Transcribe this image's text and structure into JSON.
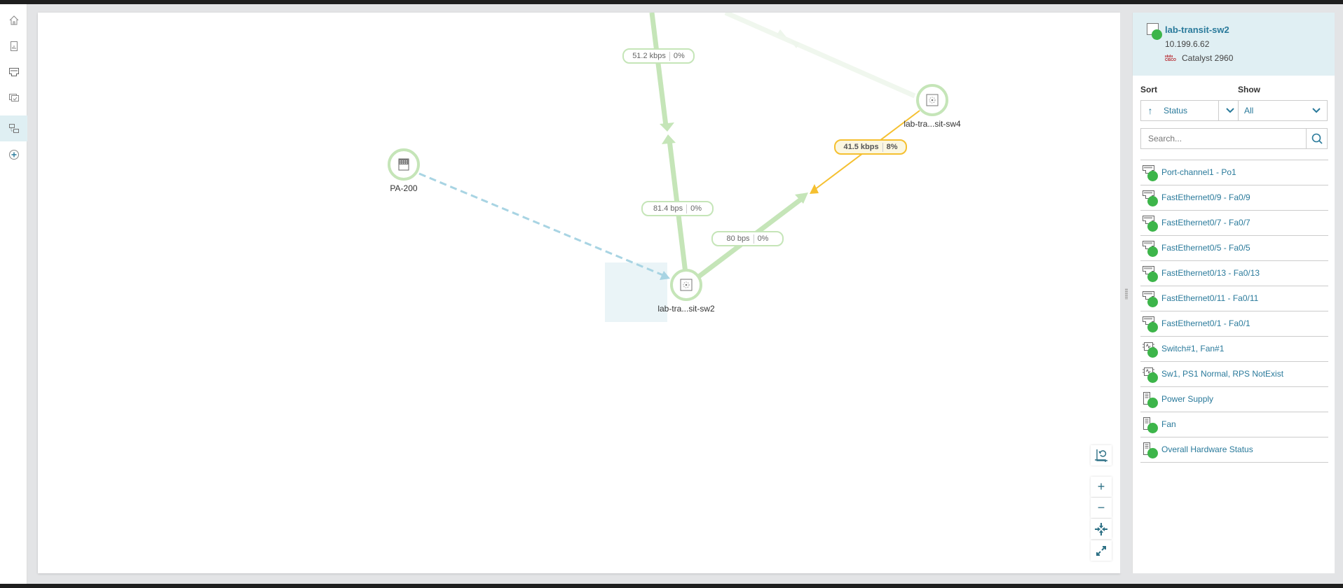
{
  "nav": [
    {
      "id": "home",
      "icon": "home-icon"
    },
    {
      "id": "reports",
      "icon": "chart-icon"
    },
    {
      "id": "interfaces",
      "icon": "ethernet-port-icon"
    },
    {
      "id": "monitors",
      "icon": "monitor-icon"
    },
    {
      "id": "topology",
      "icon": "topology-icon",
      "active": true
    },
    {
      "id": "add",
      "icon": "plus-circle-icon"
    }
  ],
  "map": {
    "nodes": [
      {
        "name": "PA-200",
        "icon": "firewall-icon"
      },
      {
        "name": "lab-tra...sit-sw2",
        "icon": "switch-icon",
        "selected": true
      },
      {
        "name": "lab-tra...sit-sw4",
        "icon": "switch-icon"
      }
    ],
    "links": [
      {
        "rate": "51.2 kbps",
        "util": "0%",
        "status": "ok"
      },
      {
        "rate": "81.4 bps",
        "util": "0%",
        "status": "ok"
      },
      {
        "rate": "80 bps",
        "util": "0%",
        "status": "ok"
      },
      {
        "rate": "41.5 kbps",
        "util": "8%",
        "status": "warning"
      }
    ],
    "controls": [
      "fit-to-view",
      "zoom-in",
      "zoom-out",
      "collapse",
      "expand"
    ]
  },
  "colors": {
    "ok": "#c5e5b8",
    "warning": "#f5c030",
    "status_up": "#3db54a",
    "accent": "#2a7a9b",
    "dashed": "#a8d4e3"
  },
  "panel": {
    "device_name": "lab-transit-sw2",
    "ip": "10.199.6.62",
    "vendor": "cisco",
    "model": "Catalyst 2960",
    "sort_label": "Sort",
    "sort_value": "Status",
    "show_label": "Show",
    "show_value": "All",
    "search_placeholder": "Search...",
    "items": [
      {
        "label": "Port-channel1 - Po1",
        "type": "interface"
      },
      {
        "label": "FastEthernet0/9 - Fa0/9",
        "type": "interface"
      },
      {
        "label": "FastEthernet0/7 - Fa0/7",
        "type": "interface"
      },
      {
        "label": "FastEthernet0/5 - Fa0/5",
        "type": "interface"
      },
      {
        "label": "FastEthernet0/13 - Fa0/13",
        "type": "interface"
      },
      {
        "label": "FastEthernet0/11 - Fa0/11",
        "type": "interface"
      },
      {
        "label": "FastEthernet0/1 - Fa0/1",
        "type": "interface"
      },
      {
        "label": "Switch#1, Fan#1",
        "type": "hardware"
      },
      {
        "label": "Sw1, PS1 Normal, RPS NotExist",
        "type": "hardware"
      },
      {
        "label": "Power Supply",
        "type": "sensor"
      },
      {
        "label": "Fan",
        "type": "sensor"
      },
      {
        "label": "Overall Hardware Status",
        "type": "sensor"
      }
    ]
  }
}
